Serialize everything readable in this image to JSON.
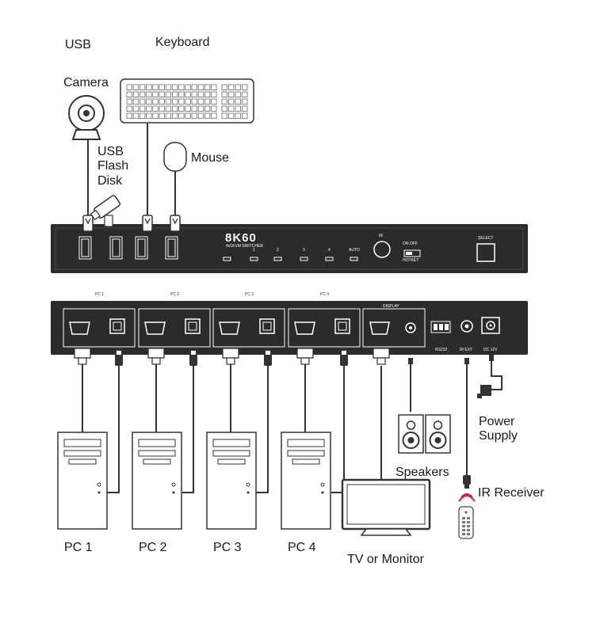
{
  "peripherals": {
    "usb_title": "USB",
    "keyboard": "Keyboard",
    "camera": "Camera",
    "usb_flash_disk": "USB\nFlash\nDisk",
    "mouse": "Mouse"
  },
  "front_panel": {
    "brand": "8K60",
    "subtitle": "4x1KVM SWITCHER",
    "led_labels": [
      "1",
      "2",
      "3",
      "4",
      "AUTO"
    ],
    "ir_label": "IR",
    "on_off_label": "ON  OFF",
    "hotkey_label": "HOTKEY",
    "select_label": "SELECT"
  },
  "rear_panel": {
    "pc_port_labels": [
      "PC 1",
      "PC 2",
      "PC 3",
      "PC 4"
    ],
    "display_label": "DISPLAY",
    "rs232_label": "RS232",
    "ir_ext_label": "IR EXT",
    "dc_label": "DC 12V"
  },
  "devices": {
    "pcs": [
      "PC 1",
      "PC 2",
      "PC 3",
      "PC 4"
    ],
    "speakers": "Speakers",
    "power_supply": "Power\nSupply",
    "ir_receiver": "IR Receiver",
    "tv_monitor": "TV or Monitor"
  },
  "colors": {
    "panel": "#2b2b2b",
    "panel_dark": "#1c1c1c",
    "line": "#333333",
    "ir_red": "#d4202a"
  }
}
